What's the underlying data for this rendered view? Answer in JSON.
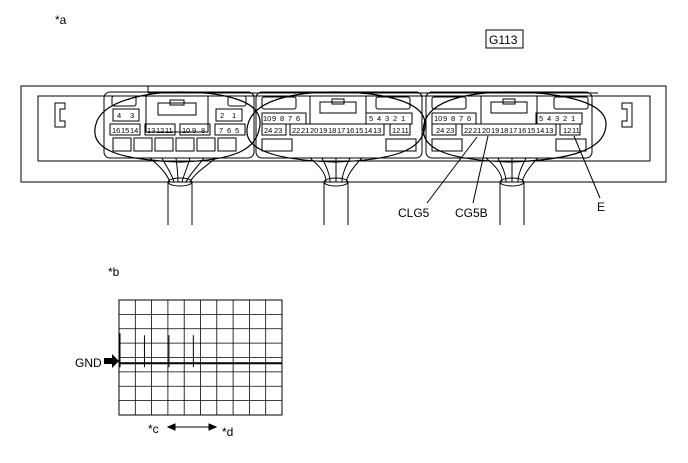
{
  "labels": {
    "a": "*a",
    "b": "*b",
    "c": "*c",
    "d": "*d",
    "connector": "G113",
    "clg5": "CLG5",
    "cg5b": "CG5B",
    "e": "E",
    "gnd": "GND"
  },
  "connector_a": {
    "top_left": [
      "4",
      "3"
    ],
    "top_right": [
      "2",
      "1"
    ],
    "bottom_a": [
      "16",
      "15",
      "14"
    ],
    "bottom_b": [
      "13",
      "12",
      "11"
    ],
    "bottom_c": [
      "10",
      "9",
      "8"
    ],
    "bottom_d": [
      "7",
      "6",
      "5"
    ]
  },
  "connector_b": {
    "row1_left": [
      "10",
      "9",
      "8",
      "7",
      "6"
    ],
    "row1_right": [
      "5",
      "4",
      "3",
      "2",
      "1"
    ],
    "row2_left": [
      "24",
      "23"
    ],
    "row2_mid": [
      "22",
      "21",
      "20",
      "19",
      "18",
      "17",
      "16",
      "15",
      "14",
      "13"
    ],
    "row2_right": [
      "12",
      "11"
    ]
  },
  "connector_c": {
    "row1_left": [
      "10",
      "9",
      "8",
      "7",
      "6"
    ],
    "row1_right": [
      "5",
      "4",
      "3",
      "2",
      "1"
    ],
    "row2_left": [
      "24",
      "23"
    ],
    "row2_mid": [
      "22",
      "21",
      "20",
      "19",
      "18",
      "17",
      "16",
      "15",
      "14",
      "13"
    ],
    "row2_right": [
      "12",
      "11"
    ]
  },
  "scope": {
    "grid_cols": 10,
    "grid_rows": 8,
    "ground_level": 0.55,
    "spikes_at": [
      0.0,
      0.15,
      0.3,
      0.45
    ]
  }
}
